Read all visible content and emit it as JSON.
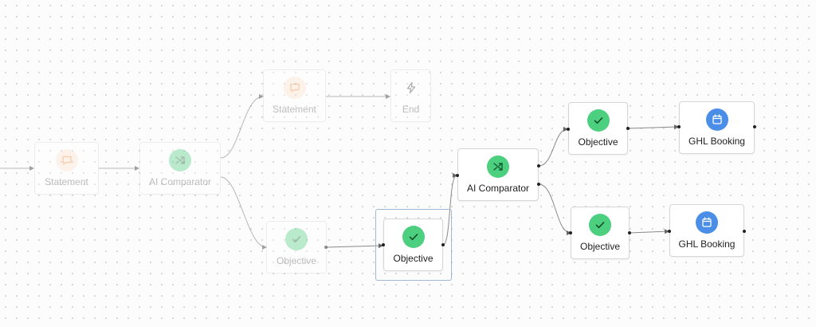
{
  "nodes": {
    "statement_1": {
      "label": "Statement",
      "icon": "chat-bubble-icon"
    },
    "ai_comparator_1": {
      "label": "AI Comparator",
      "icon": "shuffle-icon"
    },
    "statement_2": {
      "label": "Statement",
      "icon": "chat-bubble-icon"
    },
    "end_1": {
      "label": "End",
      "icon": "lightning-icon"
    },
    "objective_1": {
      "label": "Objective",
      "icon": "check-icon"
    },
    "objective_2": {
      "label": "Objective",
      "icon": "check-icon"
    },
    "ai_comparator_2": {
      "label": "AI Comparator",
      "icon": "shuffle-icon"
    },
    "objective_3": {
      "label": "Objective",
      "icon": "check-icon"
    },
    "objective_4": {
      "label": "Objective",
      "icon": "check-icon"
    },
    "ghl_booking_1": {
      "label": "GHL Booking",
      "icon": "calendar-icon"
    },
    "ghl_booking_2": {
      "label": "GHL Booking",
      "icon": "calendar-icon"
    }
  },
  "colors": {
    "statement_icon_bg": "#fde2cc",
    "statement_icon_fg": "#f08a3c",
    "check_icon_bg": "#4ccf7e",
    "calendar_icon_bg": "#4a8ee8",
    "selection_border": "#9fb8d4",
    "edge": "#8a8a8a"
  }
}
